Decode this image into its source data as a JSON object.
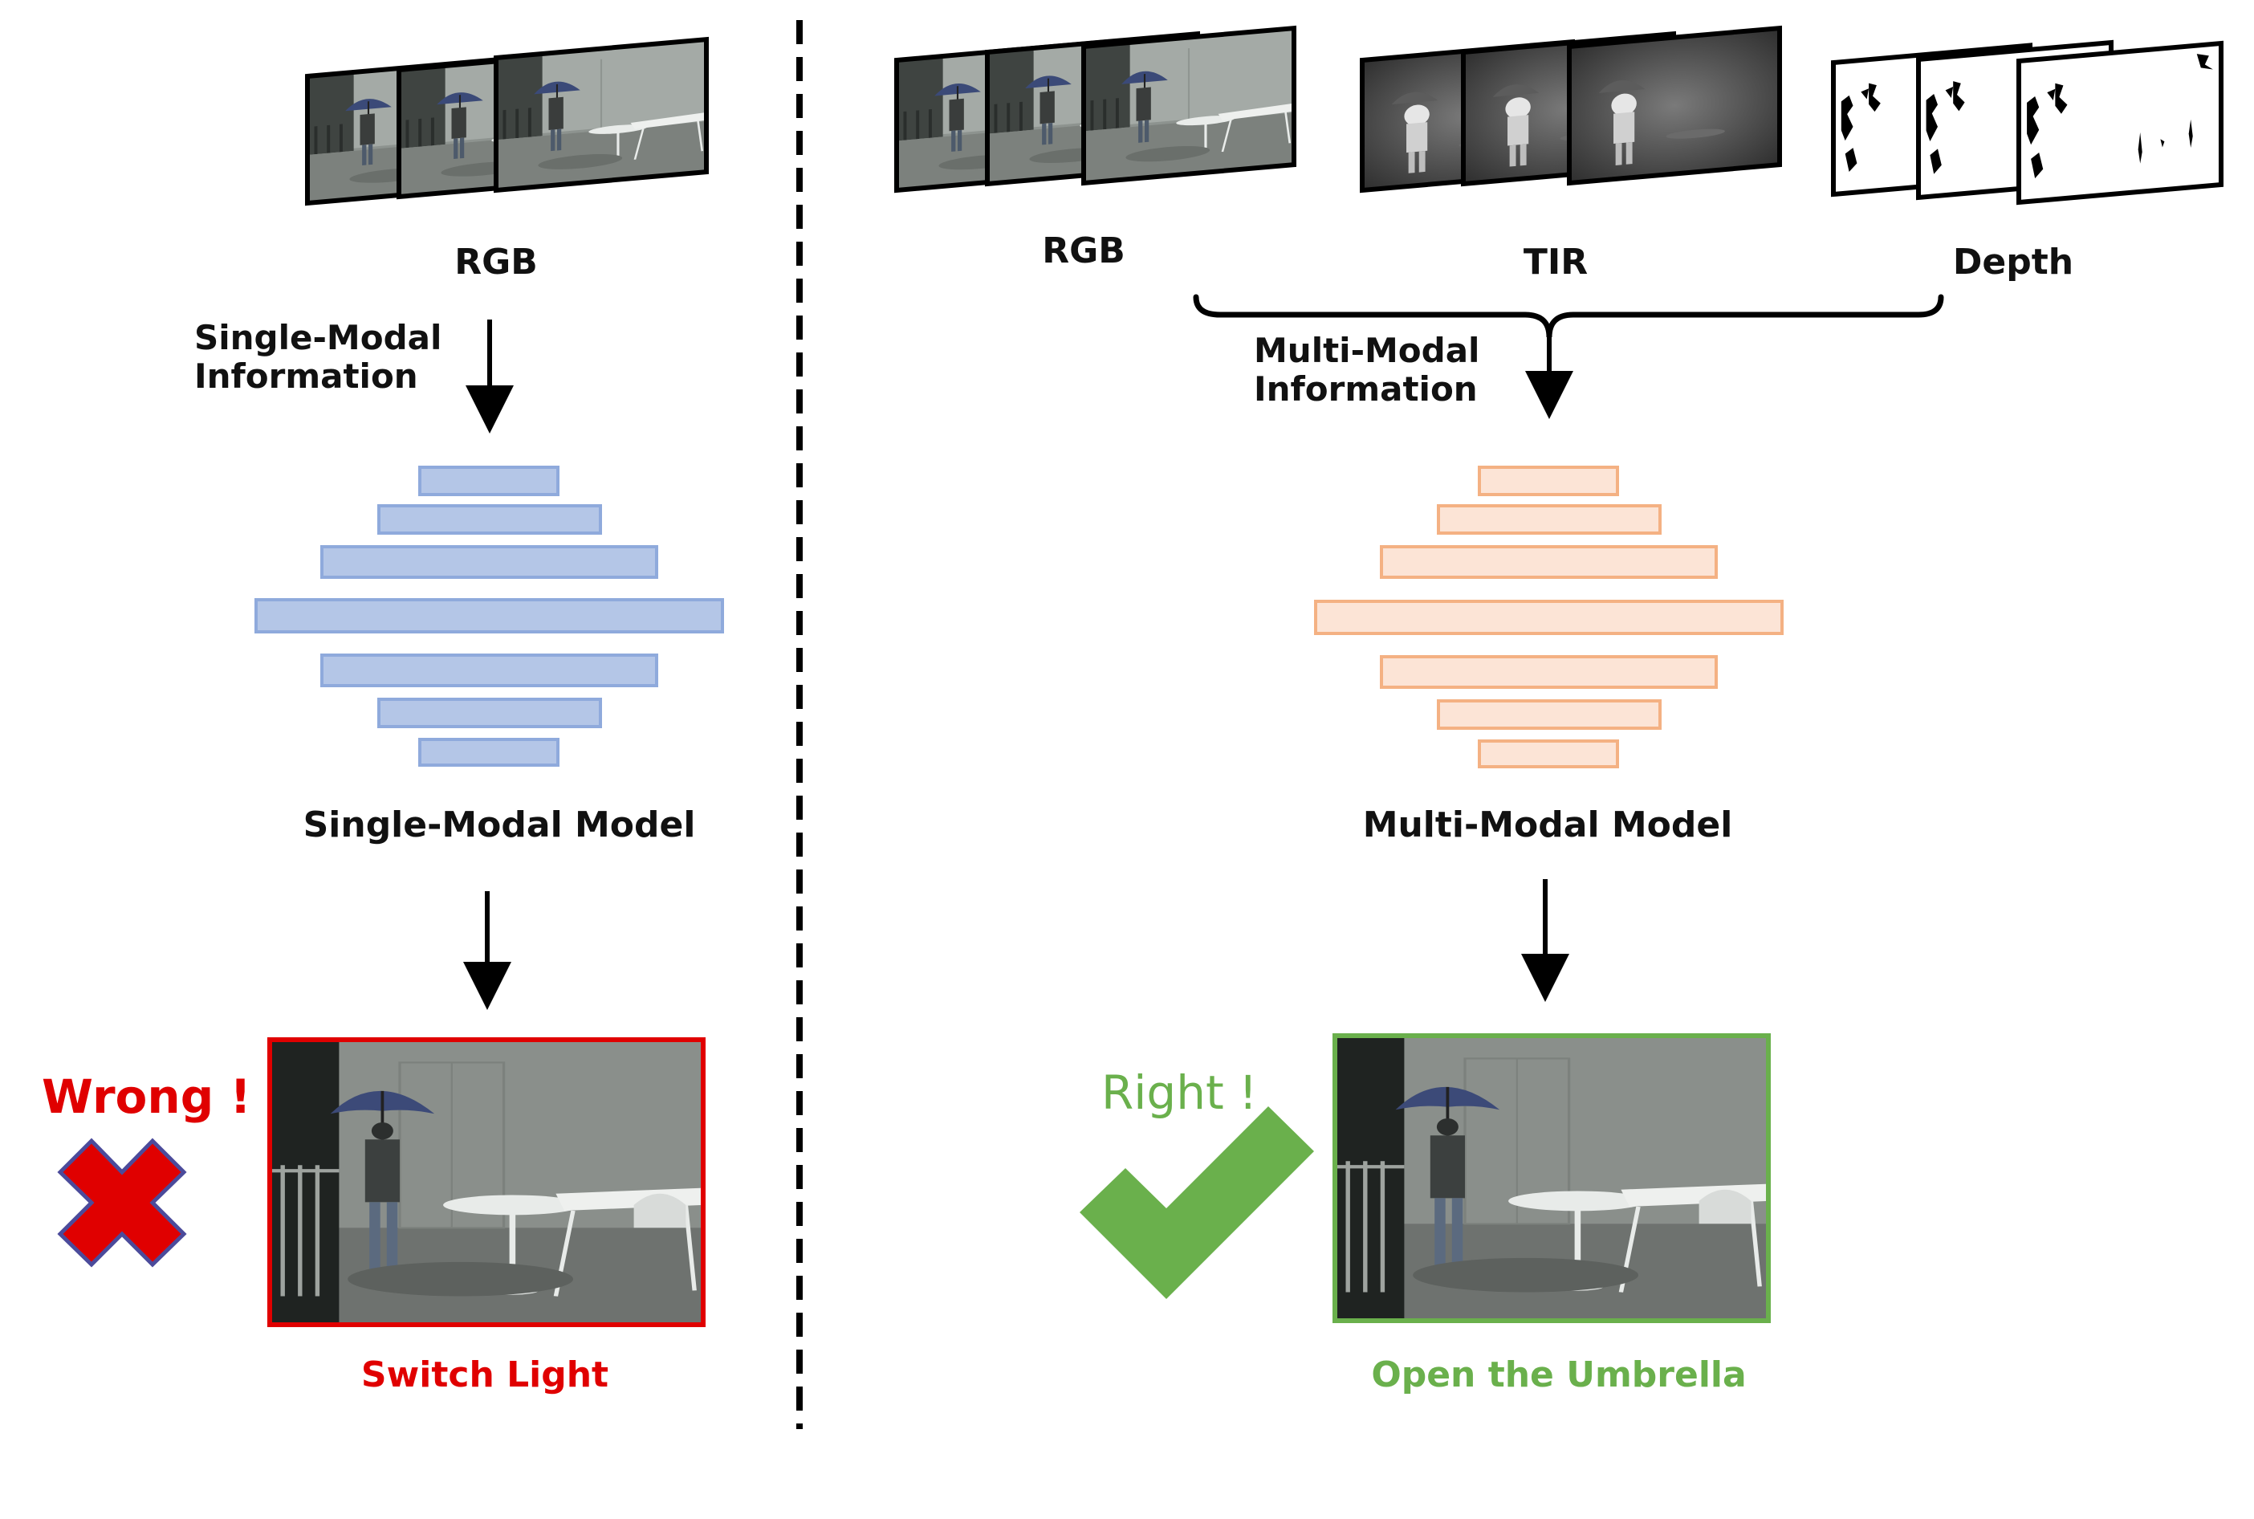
{
  "colors": {
    "single_model": "#b4c6e7",
    "single_model_border": "#8faadc",
    "multi_model": "#fce4d6",
    "multi_model_border": "#f4b183",
    "wrong": "#e00000",
    "right": "#6ab04c",
    "wrong_frame": "#e00000",
    "right_frame": "#6ab04c",
    "cross_fill": "#e00000",
    "cross_outline": "#4b4b9b"
  },
  "icons": {
    "cross": "cross-icon",
    "check": "check-icon"
  },
  "left": {
    "input_label": "RGB",
    "info_line1": "Single-Modal",
    "info_line2": "Information",
    "model_label": "Single-Modal Model",
    "verdict": "Wrong !",
    "prediction": "Switch Light"
  },
  "right": {
    "rgb_label": "RGB",
    "tir_label": "TIR",
    "depth_label": "Depth",
    "info_line1": "Multi-Modal",
    "info_line2": "Information",
    "model_label": "Multi-Modal Model",
    "verdict": "Right !",
    "prediction": "Open the Umbrella"
  }
}
